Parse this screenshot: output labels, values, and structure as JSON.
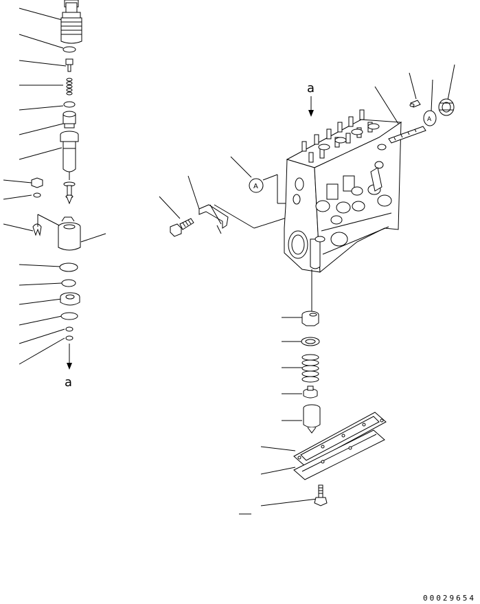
{
  "diagram": {
    "flow_marker_left": "a",
    "flow_marker_right": "a",
    "callout_symbol": "A",
    "document_number": "00029654"
  }
}
